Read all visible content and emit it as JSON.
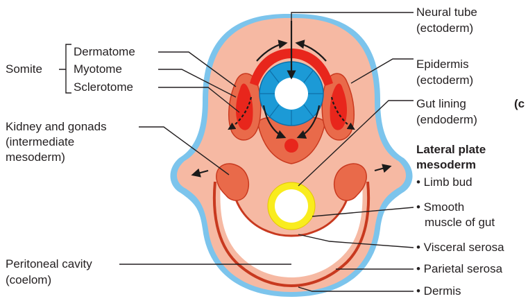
{
  "labels": {
    "somite": "Somite",
    "dermatome": "Dermatome",
    "myotome": "Myotome",
    "sclerotome": "Sclerotome",
    "neural_tube": "Neural tube",
    "neural_tube_layer": "(ectoderm)",
    "epidermis": "Epidermis",
    "epidermis_layer": "(ectoderm)",
    "gut_lining": "Gut lining",
    "gut_lining_layer": "(endoderm)",
    "kidney_gonads": "Kidney and gonads",
    "kidney_gonads_sub1": "(intermediate",
    "kidney_gonads_sub2": "mesoderm)",
    "lateral_plate_1": "Lateral plate",
    "lateral_plate_2": "mesoderm",
    "limb_bud": "• Limb bud",
    "smooth_muscle_1": "• Smooth",
    "smooth_muscle_2": "muscle of gut",
    "visceral_serosa": "• Visceral serosa",
    "parietal_serosa": "• Parietal serosa",
    "dermis": "• Dermis",
    "peritoneal_cavity": "Peritoneal cavity",
    "coelom": "(coelom)",
    "panel_letter": "(c"
  },
  "colors": {
    "epidermis": "#7cc4ec",
    "mesoderm": "#f6b9a3",
    "somite": "#e96a4a",
    "somite_dark": "#c8391f",
    "neural_tube": "#1c9ad6",
    "gut_ring": "#f9ec1e",
    "highlight": "#e8261c",
    "arrow": "#1a1a1a"
  }
}
